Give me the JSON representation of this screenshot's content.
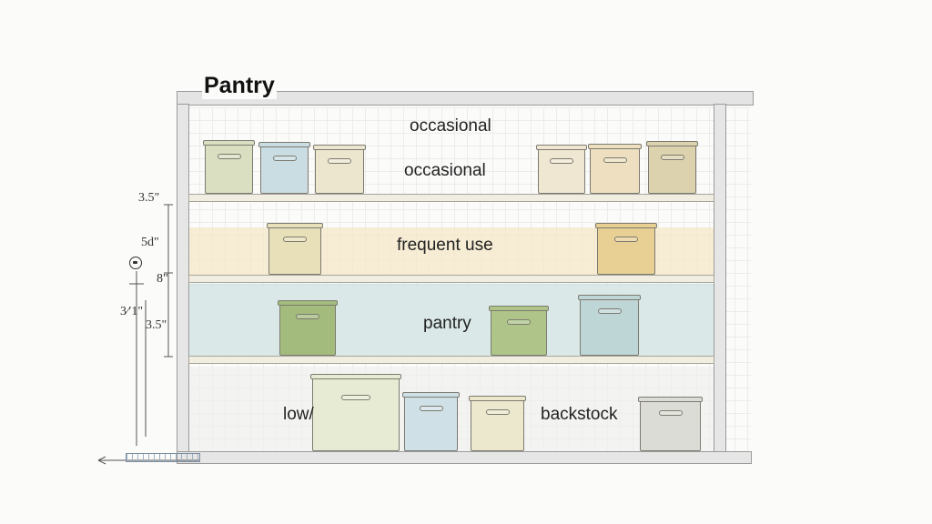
{
  "title": "Pantry",
  "zones": {
    "occasional_top": "occasional",
    "occasional": "occasional",
    "frequent": "frequent use",
    "pantry": "pantry",
    "low": "low/",
    "backstock": "backstock"
  },
  "dimensions": {
    "d1": "3.5\"",
    "d2": "5d\"",
    "d3": "8\"",
    "d4": "3⁄′1\"",
    "d5": "3.5\""
  },
  "ruler_icon": "measuring-tape-icon",
  "gauge_icon": "level-gauge-icon",
  "colors": {
    "frequent_band": "#f6e8c8",
    "pantry_band": "#d7e8e6",
    "sage": "#d9dfc0",
    "blue": "#c9dde2",
    "cream": "#ede6cf",
    "green": "#a3bb7c",
    "tan": "#e8cf94",
    "grey": "#dcdcd6"
  }
}
